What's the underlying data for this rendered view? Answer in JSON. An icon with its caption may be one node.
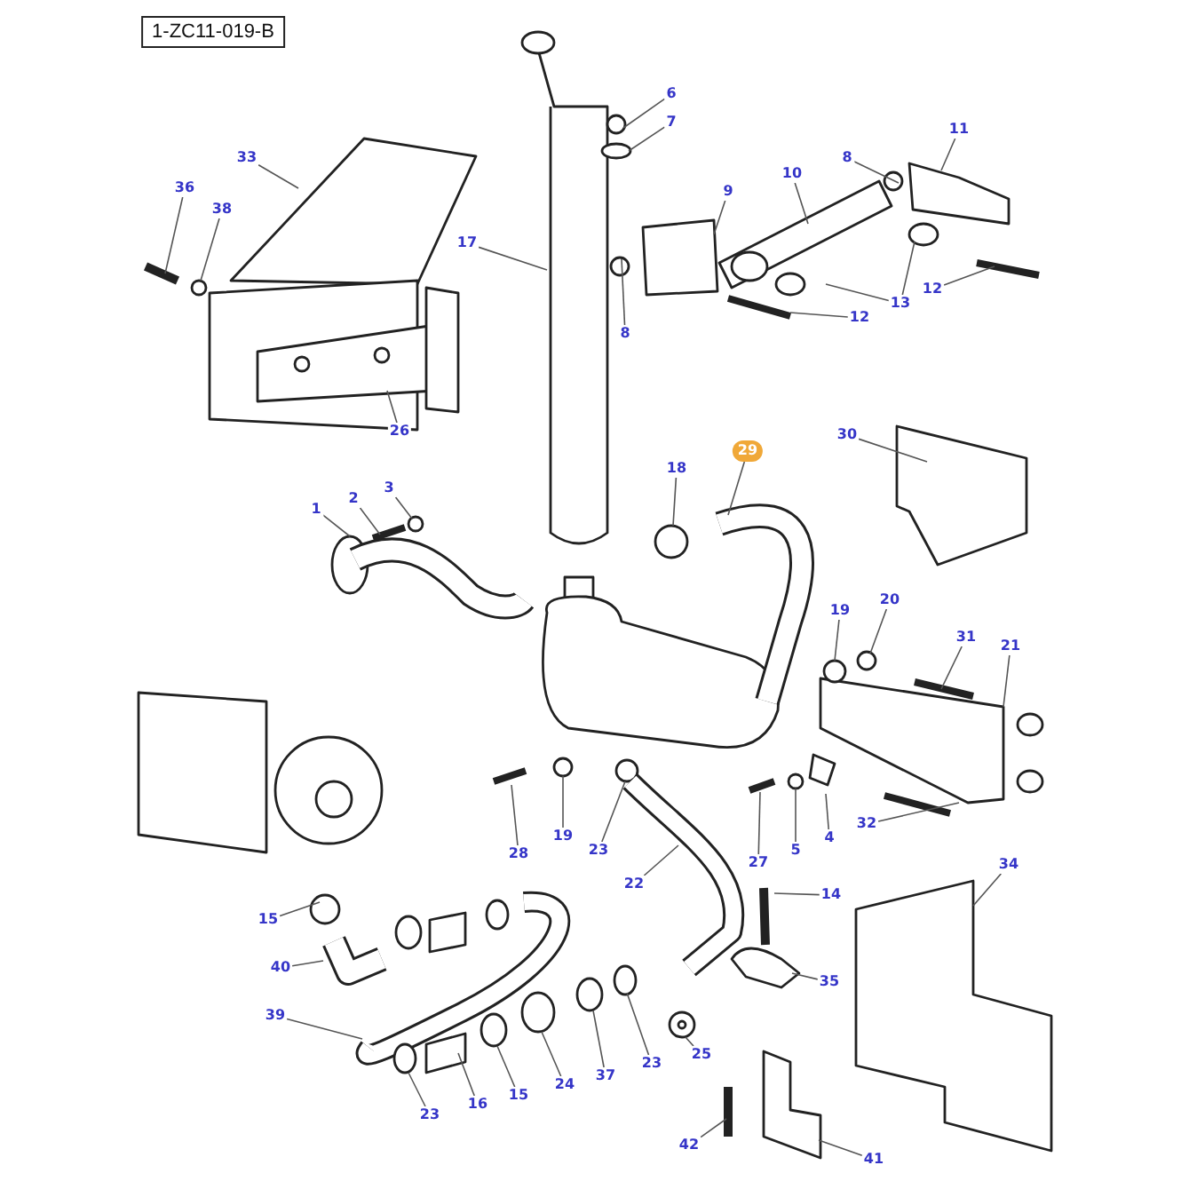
{
  "diagram": {
    "nodes": [
      {
        "text": [
          "1-ZC11-019-B"
        ]
      },
      {
        "text": [
          "6"
        ]
      },
      {
        "text": [
          "7"
        ]
      },
      {
        "text": [
          "11"
        ]
      },
      {
        "text": [
          "33"
        ]
      },
      {
        "text": [
          "8"
        ]
      },
      {
        "text": [
          "10"
        ]
      },
      {
        "text": [
          "36"
        ]
      },
      {
        "text": [
          "9"
        ]
      },
      {
        "text": [
          "38"
        ]
      },
      {
        "text": [
          "17"
        ]
      },
      {
        "text": [
          "12"
        ]
      },
      {
        "text": [
          "13"
        ]
      },
      {
        "text": [
          "12"
        ]
      },
      {
        "text": [
          "8"
        ]
      },
      {
        "text": [
          "26"
        ]
      },
      {
        "text": [
          "30"
        ]
      },
      {
        "text": [
          "29"
        ]
      },
      {
        "text": [
          "18"
        ]
      },
      {
        "text": [
          "3"
        ]
      },
      {
        "text": [
          "2"
        ]
      },
      {
        "text": [
          "1"
        ]
      },
      {
        "text": [
          "20"
        ]
      },
      {
        "text": [
          "19"
        ]
      },
      {
        "text": [
          "31"
        ]
      },
      {
        "text": [
          "21"
        ]
      },
      {
        "text": [
          "32"
        ]
      },
      {
        "text": [
          "19"
        ]
      },
      {
        "text": [
          "4"
        ]
      },
      {
        "text": [
          "23"
        ]
      },
      {
        "text": [
          "5"
        ]
      },
      {
        "text": [
          "28"
        ]
      },
      {
        "text": [
          "27"
        ]
      },
      {
        "text": [
          "34"
        ]
      },
      {
        "text": [
          "22"
        ]
      },
      {
        "text": [
          "14"
        ]
      },
      {
        "text": [
          "15"
        ]
      },
      {
        "text": [
          "40"
        ]
      },
      {
        "text": [
          "35"
        ]
      },
      {
        "text": [
          "39"
        ]
      },
      {
        "text": [
          "25"
        ]
      },
      {
        "text": [
          "23"
        ]
      },
      {
        "text": [
          "37"
        ]
      },
      {
        "text": [
          "24"
        ]
      },
      {
        "text": [
          "15"
        ]
      },
      {
        "text": [
          "16"
        ]
      },
      {
        "text": [
          "23"
        ]
      },
      {
        "text": [
          "42"
        ]
      },
      {
        "text": [
          "41"
        ]
      }
    ],
    "edges": [
      {
        "from": 1,
        "to": null,
        "arrow": "none"
      },
      {
        "from": 2,
        "to": null,
        "arrow": "none"
      },
      {
        "from": 3,
        "to": null,
        "arrow": "none"
      },
      {
        "from": 4,
        "to": null,
        "arrow": "none"
      },
      {
        "from": 5,
        "to": null,
        "arrow": "none"
      },
      {
        "from": 6,
        "to": null,
        "arrow": "none"
      },
      {
        "from": 7,
        "to": null,
        "arrow": "none"
      },
      {
        "from": 8,
        "to": null,
        "arrow": "none"
      },
      {
        "from": 9,
        "to": null,
        "arrow": "none"
      },
      {
        "from": 10,
        "to": null,
        "arrow": "none"
      },
      {
        "from": 11,
        "to": null,
        "arrow": "none"
      },
      {
        "from": 12,
        "to": null,
        "arrow": "none"
      },
      {
        "from": 12,
        "to": null,
        "arrow": "none"
      },
      {
        "from": 13,
        "to": null,
        "arrow": "none"
      },
      {
        "from": 14,
        "to": null,
        "arrow": "none"
      },
      {
        "from": 15,
        "to": null,
        "arrow": "none"
      },
      {
        "from": 16,
        "to": null,
        "arrow": "none"
      },
      {
        "from": 17,
        "to": null,
        "arrow": "none"
      },
      {
        "from": 18,
        "to": null,
        "arrow": "none"
      },
      {
        "from": 19,
        "to": null,
        "arrow": "none"
      },
      {
        "from": 20,
        "to": null,
        "arrow": "none"
      },
      {
        "from": 21,
        "to": null,
        "arrow": "none"
      },
      {
        "from": 22,
        "to": null,
        "arrow": "none"
      },
      {
        "from": 23,
        "to": null,
        "arrow": "none"
      },
      {
        "from": 24,
        "to": null,
        "arrow": "none"
      },
      {
        "from": 25,
        "to": null,
        "arrow": "none"
      },
      {
        "from": 26,
        "to": null,
        "arrow": "none"
      },
      {
        "from": 27,
        "to": null,
        "arrow": "none"
      },
      {
        "from": 28,
        "to": null,
        "arrow": "none"
      },
      {
        "from": 29,
        "to": null,
        "arrow": "none"
      },
      {
        "from": 30,
        "to": null,
        "arrow": "none"
      },
      {
        "from": 31,
        "to": null,
        "arrow": "none"
      },
      {
        "from": 32,
        "to": null,
        "arrow": "none"
      },
      {
        "from": 33,
        "to": null,
        "arrow": "none"
      },
      {
        "from": 34,
        "to": null,
        "arrow": "none"
      },
      {
        "from": 35,
        "to": null,
        "arrow": "none"
      },
      {
        "from": 36,
        "to": null,
        "arrow": "none"
      },
      {
        "from": 37,
        "to": null,
        "arrow": "none"
      },
      {
        "from": 38,
        "to": null,
        "arrow": "none"
      },
      {
        "from": 39,
        "to": null,
        "arrow": "none"
      },
      {
        "from": 40,
        "to": null,
        "arrow": "none"
      },
      {
        "from": 41,
        "to": null,
        "arrow": "none"
      },
      {
        "from": 42,
        "to": null,
        "arrow": "none"
      },
      {
        "from": 43,
        "to": null,
        "arrow": "none"
      },
      {
        "from": 44,
        "to": null,
        "arrow": "none"
      },
      {
        "from": 45,
        "to": null,
        "arrow": "none"
      },
      {
        "from": 46,
        "to": null,
        "arrow": "none"
      },
      {
        "from": 47,
        "to": null,
        "arrow": "none"
      },
      {
        "from": 48,
        "to": null,
        "arrow": "none"
      }
    ]
  }
}
